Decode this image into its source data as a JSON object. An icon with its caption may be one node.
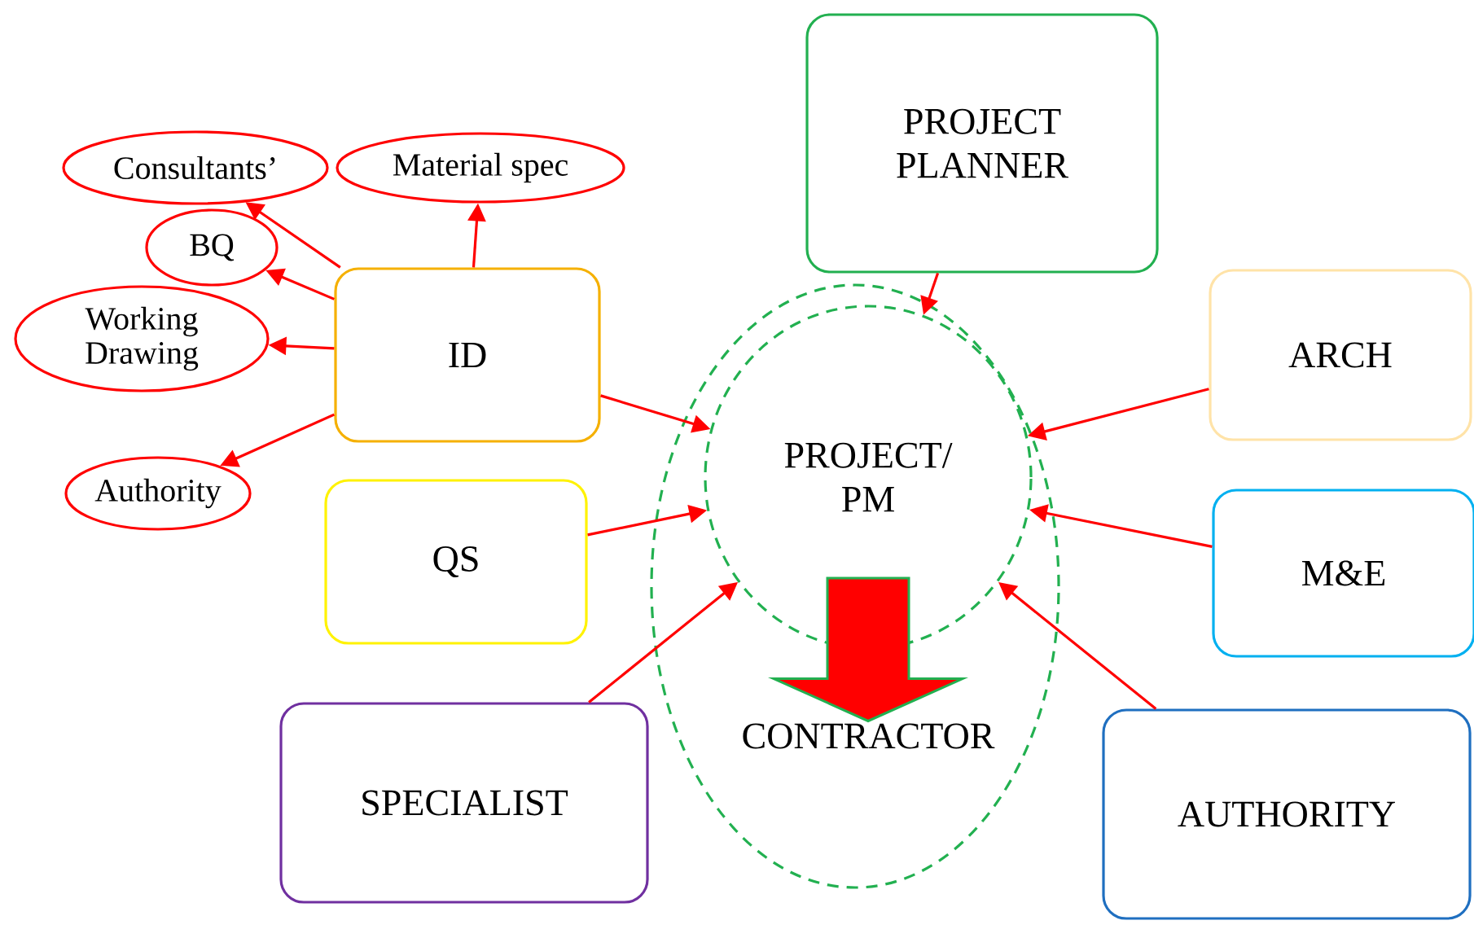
{
  "diagram": {
    "nodes": [
      {
        "text": [
          "Consultants’"
        ]
      },
      {
        "text": [
          "Material spec"
        ]
      },
      {
        "text": [
          "PROJECT PLANNER"
        ]
      },
      {
        "text": [
          "BQ"
        ]
      },
      {
        "text": [
          "Working Drawing"
        ]
      },
      {
        "text": [
          "ID"
        ]
      },
      {
        "text": [
          "ARCH"
        ]
      },
      {
        "text": [],
        "shape": "ellipse"
      },
      {
        "text": [
          "PROJECT/ PM"
        ],
        "in": 7
      },
      {
        "text": [
          "CONTRACTOR"
        ],
        "in": 7
      },
      {
        "text": [
          "Authority"
        ]
      },
      {
        "text": [
          "QS"
        ]
      },
      {
        "text": [
          "M&E"
        ]
      },
      {
        "text": [
          "SPECIALIST"
        ]
      },
      {
        "text": [
          "AUTHORITY"
        ]
      }
    ],
    "edges": [
      {
        "from": 5,
        "to": 0,
        "arrow": "to"
      },
      {
        "from": 5,
        "to": 1,
        "arrow": "to"
      },
      {
        "from": 5,
        "to": 3,
        "arrow": "to"
      },
      {
        "from": 5,
        "to": 4,
        "arrow": "to"
      },
      {
        "from": 5,
        "to": 10,
        "arrow": "to"
      },
      {
        "from": 2,
        "to": 8,
        "arrow": "to"
      },
      {
        "from": 6,
        "to": 8,
        "arrow": "to"
      },
      {
        "from": 5,
        "to": 8,
        "arrow": "to"
      },
      {
        "from": 11,
        "to": 8,
        "arrow": "to"
      },
      {
        "from": 12,
        "to": 8,
        "arrow": "to"
      },
      {
        "from": 13,
        "to": 8,
        "arrow": "to"
      },
      {
        "from": 14,
        "to": 8,
        "arrow": "to"
      },
      {
        "from": 8,
        "to": 9,
        "arrow": "to",
        "style": "thick"
      }
    ]
  }
}
